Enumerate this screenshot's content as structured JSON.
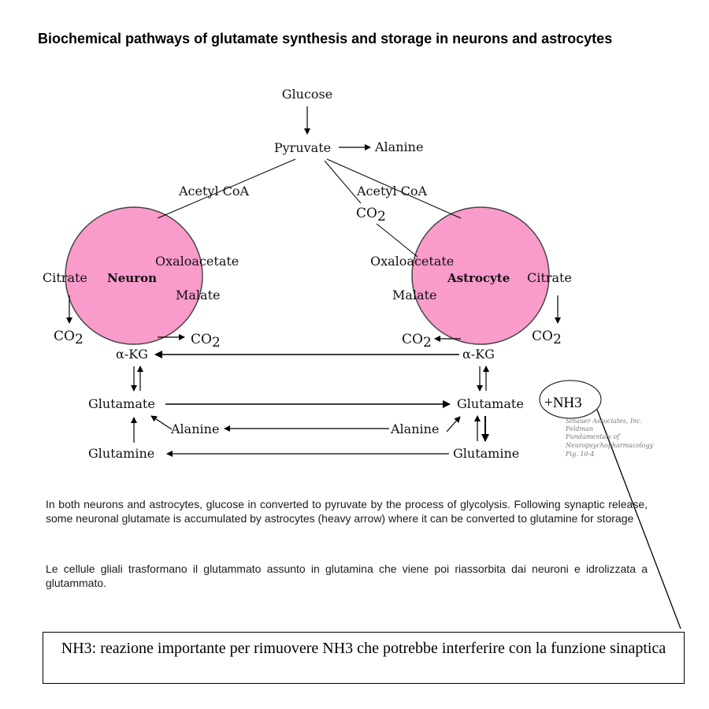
{
  "title": "Biochemical pathways of glutamate synthesis and storage in neurons and astrocytes",
  "colors": {
    "cell_fill": "#f99bcb",
    "cell_stroke": "#444444"
  },
  "diagram": {
    "glucose": "Glucose",
    "pyruvate": "Pyruvate",
    "alanine_top": "Alanine",
    "acetyl_coa_left": "Acetyl CoA",
    "acetyl_coa_right": "Acetyl CoA",
    "co2_mid": "CO2",
    "neuron": {
      "cell_label": "Neuron",
      "oxaloacetate": "Oxaloacetate",
      "malate": "Malate",
      "citrate": "Citrate",
      "co2_left": "CO2",
      "co2_right": "CO2"
    },
    "astrocyte": {
      "cell_label": "Astrocyte",
      "oxaloacetate": "Oxaloacetate",
      "malate": "Malate",
      "citrate": "Citrate",
      "co2_left": "CO2",
      "co2_right": "CO2"
    },
    "akg_left": "α-KG",
    "akg_right": "α-KG",
    "glutamate_left": "Glutamate",
    "glutamate_right": "Glutamate",
    "alanine_left": "Alanine",
    "alanine_right": "Alanine",
    "glutamine_left": "Glutamine",
    "glutamine_right": "Glutamine",
    "nh3_label": "+NH3",
    "credit": {
      "line1": "Sinauer Associates, Inc.",
      "line2": "Feldman",
      "line3": "Fundamentals of",
      "line4": "Neuropsychopharmacology",
      "line5": "Fig. 10-4"
    }
  },
  "paragraph1": "In both neurons and astrocytes, glucose in converted to pyruvate by the process of glycolysis. Following synaptic release, some neuronal glutamate is accumulated by astrocytes (heavy arrow) where it can be converted to glutamine for storage",
  "paragraph2": "Le cellule gliali trasformano il glutammato assunto in glutamina che viene poi riassorbita dai neuroni e idrolizzata a glutammato.",
  "note": "NH3: reazione importante per rimuovere NH3 che potrebbe interferire con la funzione sinaptica"
}
